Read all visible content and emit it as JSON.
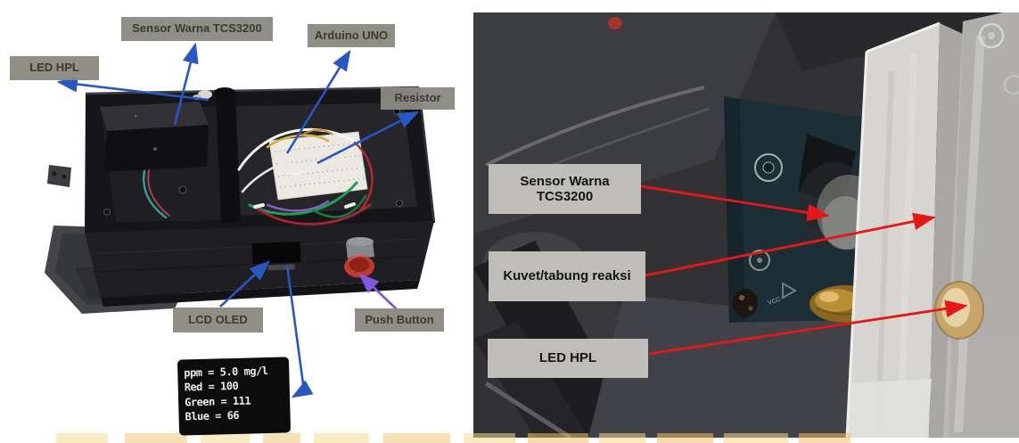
{
  "figure": {
    "description": "Annotated hardware figure: colorimeter device with Arduino",
    "left_photo": {
      "labels": {
        "sensor": "Sensor Warna TCS3200",
        "arduino": "Arduino UNO",
        "led": "LED HPL",
        "resistor": "Resistor",
        "lcd": "LCD OLED",
        "push_button": "Push Button"
      },
      "oled_display": {
        "line1": "ppm = 5.0 mg/l",
        "line2": "Red = 100",
        "line3": "Green = 111",
        "line4": "Blue = 66"
      }
    },
    "right_photo": {
      "labels": {
        "sensor_line1": "Sensor Warna",
        "sensor_line2": "TCS3200",
        "kuvet": "Kuvet/tabung reaksi",
        "led": "LED HPL"
      },
      "pcb_text": "VCC"
    },
    "colors": {
      "left_label_bg": "#8a8a81",
      "left_label_text": "#3a3a33",
      "right_label_bg": "#c6c4bf",
      "right_label_text": "#141414",
      "blue_arrow": "#2857c4",
      "purple_arrow": "#7b5ae0",
      "red_arrow": "#ea1515",
      "oled_bg": "#0c0c0c",
      "oled_text": "#ececec",
      "push_button_red": "#c03a2b"
    }
  }
}
